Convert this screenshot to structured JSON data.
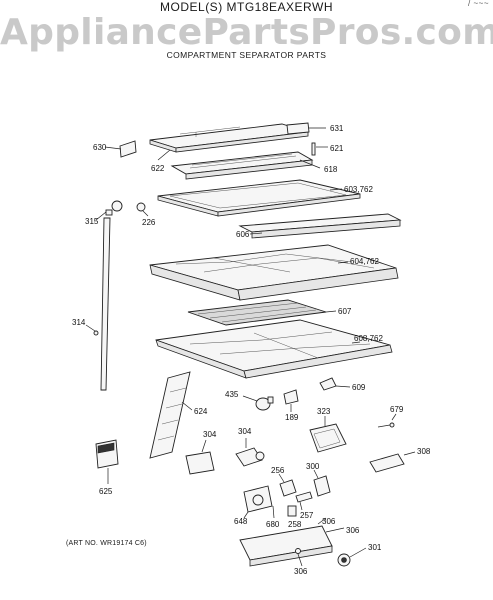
{
  "header": {
    "model": "MODEL(S) MTG18EAXERWH",
    "watermark": "AppliancePartsPros.com",
    "subtitle": "COMPARTMENT SEPARATOR PARTS"
  },
  "footer": {
    "art_no": "(ART NO. WR19174 C6)"
  },
  "callouts": [
    {
      "id": "630"
    },
    {
      "id": "631"
    },
    {
      "id": "621"
    },
    {
      "id": "622"
    },
    {
      "id": "618"
    },
    {
      "id": "603,762"
    },
    {
      "id": "315"
    },
    {
      "id": "226"
    },
    {
      "id": "606"
    },
    {
      "id": "604,762"
    },
    {
      "id": "607"
    },
    {
      "id": "314"
    },
    {
      "id": "608,762"
    },
    {
      "id": "609"
    },
    {
      "id": "435"
    },
    {
      "id": "189"
    },
    {
      "id": "624"
    },
    {
      "id": "323"
    },
    {
      "id": "679"
    },
    {
      "id": "304"
    },
    {
      "id": "304"
    },
    {
      "id": "308"
    },
    {
      "id": "625"
    },
    {
      "id": "300"
    },
    {
      "id": "256"
    },
    {
      "id": "257"
    },
    {
      "id": "648"
    },
    {
      "id": "680"
    },
    {
      "id": "258"
    },
    {
      "id": "306"
    },
    {
      "id": "306"
    },
    {
      "id": "301"
    },
    {
      "id": "306"
    }
  ]
}
